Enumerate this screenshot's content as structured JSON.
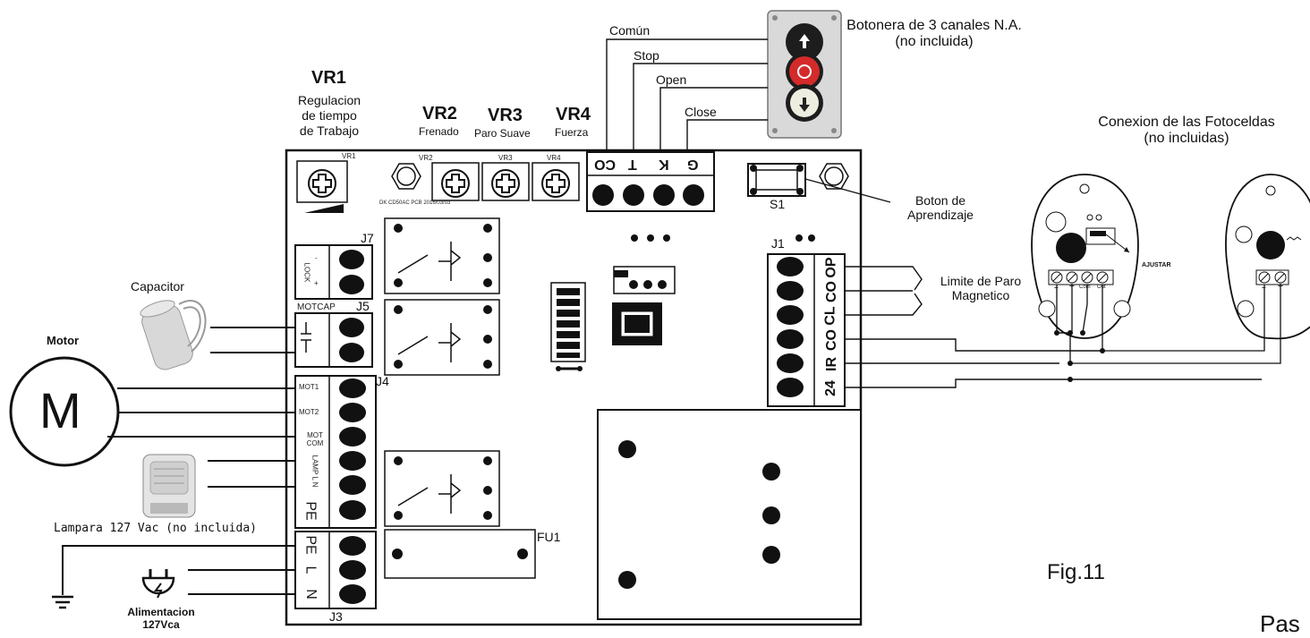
{
  "figure_label": "Fig.11",
  "partial_text": "Pas",
  "pushbutton_station": {
    "title_line1": "Botonera de 3 canales N.A.",
    "title_line2": "(no incluida)",
    "wires": [
      "Común",
      "Stop",
      "Open",
      "Close"
    ]
  },
  "trimmers": [
    {
      "id": "VR1",
      "desc_lines": [
        "Regulacion",
        "de tiempo",
        "de Trabajo"
      ]
    },
    {
      "id": "VR2",
      "desc": "Frenado"
    },
    {
      "id": "VR3",
      "desc": "Paro Suave"
    },
    {
      "id": "VR4",
      "desc": "Fuerza"
    }
  ],
  "top_terminal": [
    "CO",
    "T",
    "K",
    "G"
  ],
  "learn_button": {
    "lines": [
      "Boton de",
      "Aprendizaje"
    ],
    "board_label": "S1"
  },
  "photocells": {
    "title_line1": "Conexion de las Fotoceldas",
    "title_line2": "(no incluidas)",
    "adjust_label": "AJUSTAR",
    "rx_pins": [
      "−",
      "+",
      "Com",
      "Out"
    ],
    "tx_pins": [
      "−",
      "+"
    ]
  },
  "limit_switch": {
    "lines": [
      "Limite de Paro",
      "Magnetico"
    ]
  },
  "j1_terminal": {
    "label": "J1",
    "pins": [
      "OP",
      "CO",
      "CL",
      "CO",
      "IR",
      "24"
    ]
  },
  "capacitor": {
    "label": "Capacitor"
  },
  "motor": {
    "label": "Motor",
    "symbol": "M"
  },
  "lamp": {
    "label": "Lampara 127 Vac (no incluida)"
  },
  "power": {
    "line1": "Alimentacion",
    "line2": "127Vca"
  },
  "board_labels": {
    "j7": "J7",
    "j5": "J5",
    "j4": "J4",
    "j3": "J3",
    "fu1": "FU1",
    "lock_pins": [
      "LOCK",
      "-",
      "+"
    ],
    "motcap": "MOTCAP",
    "j4_pins": [
      "MOT1",
      "MOT2",
      "MOT COM",
      "LAMP L N",
      "PE"
    ],
    "j3_pins": [
      "PE",
      "L",
      "N"
    ],
    "vr1_silk": "VR1",
    "vr2_silk": "VR2",
    "vr3_silk": "VR3",
    "vr4_silk": "VR4",
    "pcb_text": "DK CD50AC PCB 2016/03/03"
  },
  "colors": {
    "board": "#ffffff",
    "line": "#111111",
    "button_red": "#d42a2a",
    "button_dark": "#1d1d1d",
    "station_body": "#d9d9d9"
  }
}
